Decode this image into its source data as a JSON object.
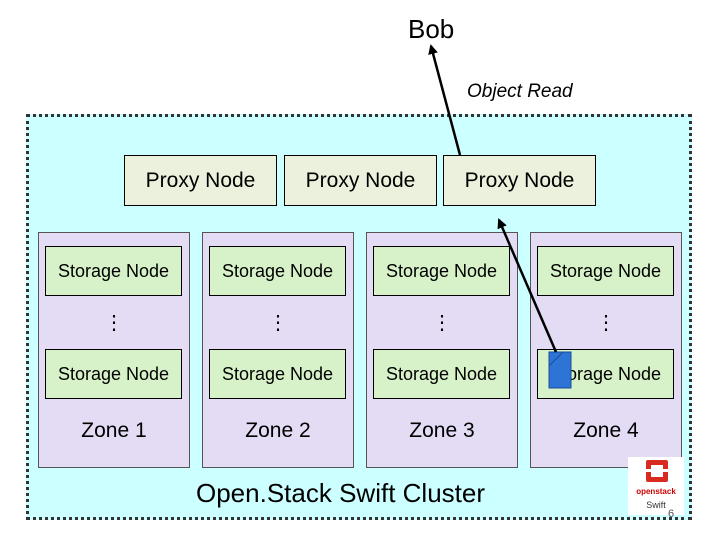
{
  "top": {
    "user": "Bob",
    "operation": "Object Read"
  },
  "proxies": [
    "Proxy Node",
    "Proxy Node",
    "Proxy Node"
  ],
  "zones": [
    {
      "top_node": "Storage Node",
      "ellipsis": "⋮",
      "bottom_node": "Storage Node",
      "label": "Zone 1"
    },
    {
      "top_node": "Storage Node",
      "ellipsis": "⋮",
      "bottom_node": "Storage Node",
      "label": "Zone 2"
    },
    {
      "top_node": "Storage Node",
      "ellipsis": "⋮",
      "bottom_node": "Storage Node",
      "label": "Zone 3"
    },
    {
      "top_node": "Storage Node",
      "ellipsis": "⋮",
      "bottom_node": "Storage Node",
      "label": "Zone 4"
    }
  ],
  "cluster_title": "Open.Stack Swift Cluster",
  "logo": {
    "line1": "openstack",
    "line2": "Swift"
  },
  "page_number": "6",
  "colors": {
    "cluster_bg": "#ccffff",
    "zone_bg": "#e4dcf4",
    "storage_bg": "#d7f2c8",
    "proxy_bg": "#ebf1dd",
    "object_blue": "#2e74d6"
  }
}
